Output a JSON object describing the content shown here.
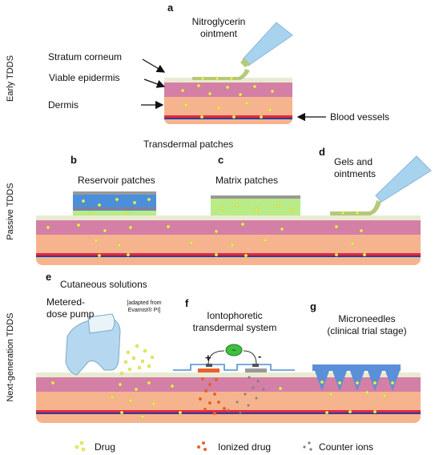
{
  "labels": {
    "a": "a",
    "b": "b",
    "c": "c",
    "d": "d",
    "e": "e",
    "f": "f",
    "g": "g",
    "nitroglycerin": [
      "Nitroglycerin",
      "ointment"
    ],
    "stratum": "Stratum corneum",
    "viable": "Viable epidermis",
    "dermis": "Dermis",
    "blood": "Blood vessels",
    "transdermal": "Transdermal patches",
    "reservoir": "Reservoir patches",
    "matrix": "Matrix patches",
    "gels": [
      "Gels and",
      "ointments"
    ],
    "cutaneous": "Cutaneous solutions",
    "metered": [
      "Metered-",
      "dose pump"
    ],
    "adapted": [
      "[adapted from",
      "Evamist® PI]"
    ],
    "ionto": [
      "Iontophoretic",
      "transdermal system"
    ],
    "plus": "+",
    "minus": "-",
    "micro": [
      "Microneedles",
      "(clinical trial stage)"
    ],
    "drug": "Drug",
    "ionized": "Ionized drug",
    "counter": "Counter ions"
  },
  "side_titles": {
    "early": "Early TDDS",
    "passive": "Passive TDDS",
    "next": "Next-generation TDDS"
  },
  "colors": {
    "stratum": "#e8ebd2",
    "epidermis": "#d47fa6",
    "dermis": "#f6b48e",
    "vessel_red": "#e8263a",
    "vessel_blue": "#2a3fa0",
    "drug": "#eef25a",
    "ionized": "#e8602a",
    "counter": "#808080",
    "ointment": "#b5c97a",
    "matrix_patch": "#b9eb86",
    "reservoir_blue": "#4a8fdc",
    "tube": "#a8d3ef",
    "needle": "#5b8fd8",
    "arrow": "#111111"
  }
}
